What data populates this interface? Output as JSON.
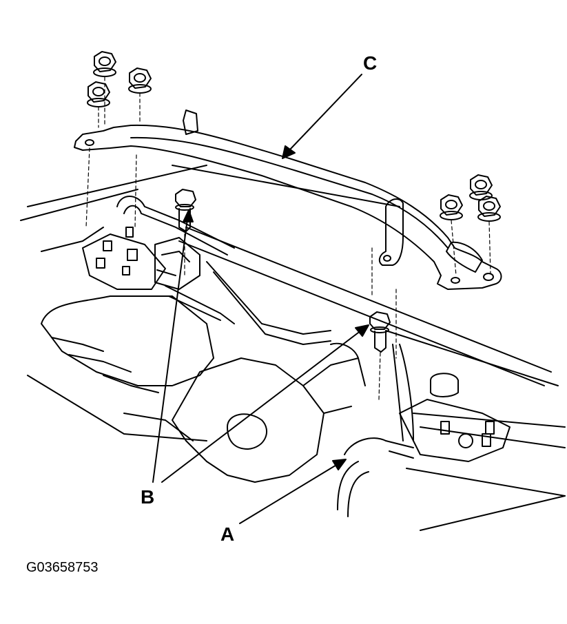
{
  "callouts": {
    "a": "A",
    "b": "B",
    "c": "C"
  },
  "figure_id": "G03658753",
  "colors": {
    "ink": "#000000",
    "paper": "#ffffff"
  }
}
